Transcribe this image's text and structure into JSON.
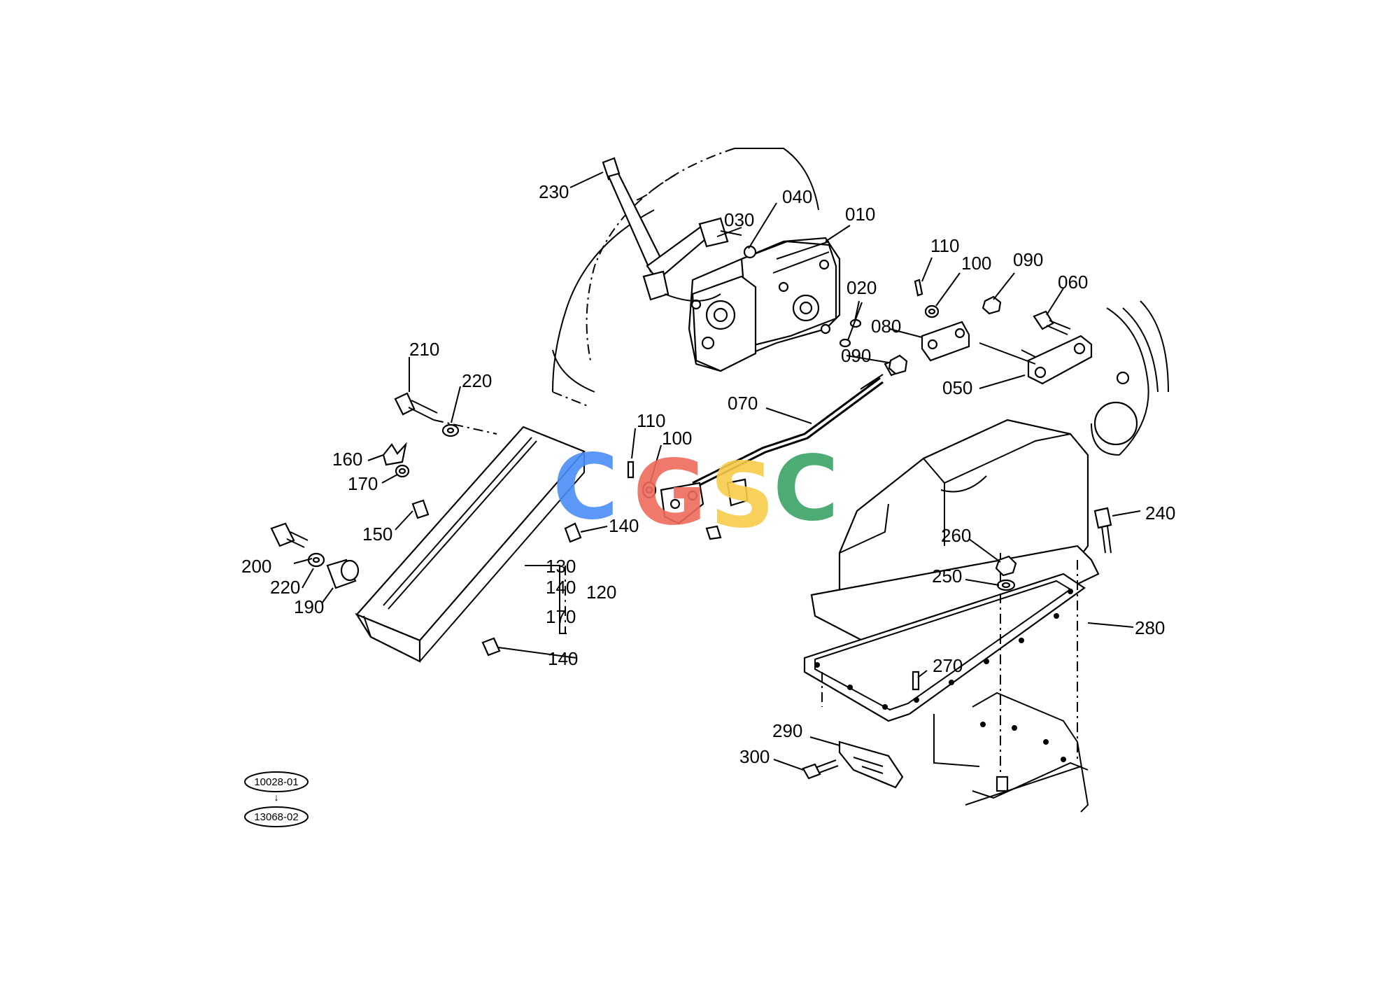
{
  "diagram": {
    "part_labels": {
      "p010": "010",
      "p020": "020",
      "p030": "030",
      "p040": "040",
      "p050": "050",
      "p060": "060",
      "p070": "070",
      "p080": "080",
      "p090a": "090",
      "p090b": "090",
      "p100a": "100",
      "p100b": "100",
      "p110a": "110",
      "p110b": "110",
      "p120": "120",
      "p130": "130",
      "p140a": "140",
      "p140b": "140",
      "p140c": "140",
      "p150": "150",
      "p160": "160",
      "p170a": "170",
      "p170b": "170",
      "p190": "190",
      "p200": "200",
      "p210": "210",
      "p220a": "220",
      "p220b": "220",
      "p230": "230",
      "p240": "240",
      "p250": "250",
      "p260": "260",
      "p270": "270",
      "p280": "280",
      "p290": "290",
      "p300": "300"
    },
    "references": {
      "ref1": "10028-01",
      "arrow": "↓",
      "ref2": "13068-02"
    },
    "watermark": {
      "letters": [
        "C",
        "G",
        "S",
        "C"
      ],
      "colors": [
        "#4b8df8",
        "#ee6b5a",
        "#f7cd4a",
        "#3aa365"
      ]
    }
  }
}
